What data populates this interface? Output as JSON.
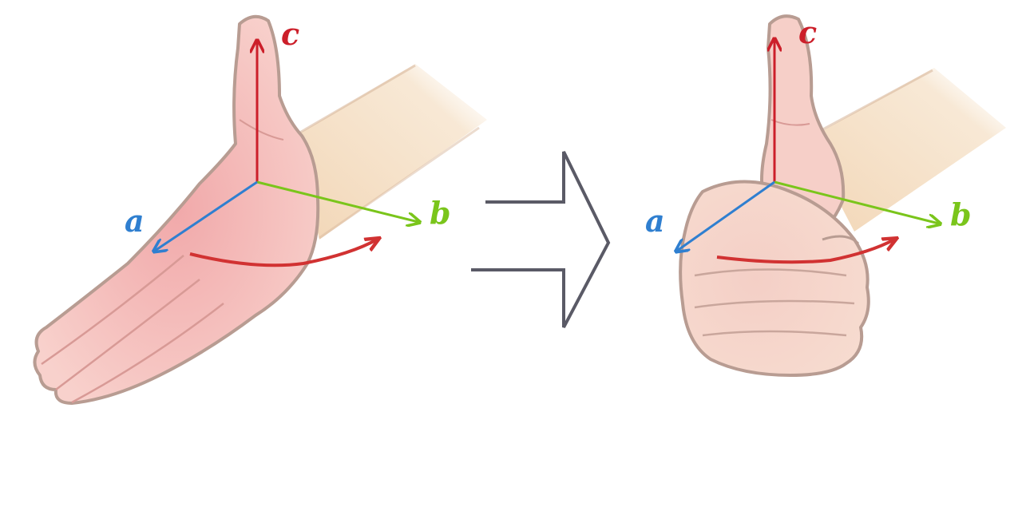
{
  "panels": [
    {
      "id": "open-hand",
      "axes": [
        {
          "key": "c",
          "label": "c",
          "color": "#cc1f2a"
        },
        {
          "key": "b",
          "label": "b",
          "color": "#7ac51b"
        },
        {
          "key": "a",
          "label": "a",
          "color": "#2f7fd0"
        }
      ],
      "rotation_arrow_color": "#d13232"
    },
    {
      "id": "thumbs-up-fist",
      "axes": [
        {
          "key": "c",
          "label": "c",
          "color": "#cc1f2a"
        },
        {
          "key": "b",
          "label": "b",
          "color": "#7ac51b"
        },
        {
          "key": "a",
          "label": "a",
          "color": "#2f7fd0"
        }
      ],
      "rotation_arrow_color": "#d13232"
    }
  ],
  "colors": {
    "skin_fill": "#f7c9c5",
    "skin_shade": "#ee9fa0",
    "skin_outline": "#b89c92",
    "forearm": "#f6e1c2",
    "transition_arrow": "#5a5a66"
  }
}
